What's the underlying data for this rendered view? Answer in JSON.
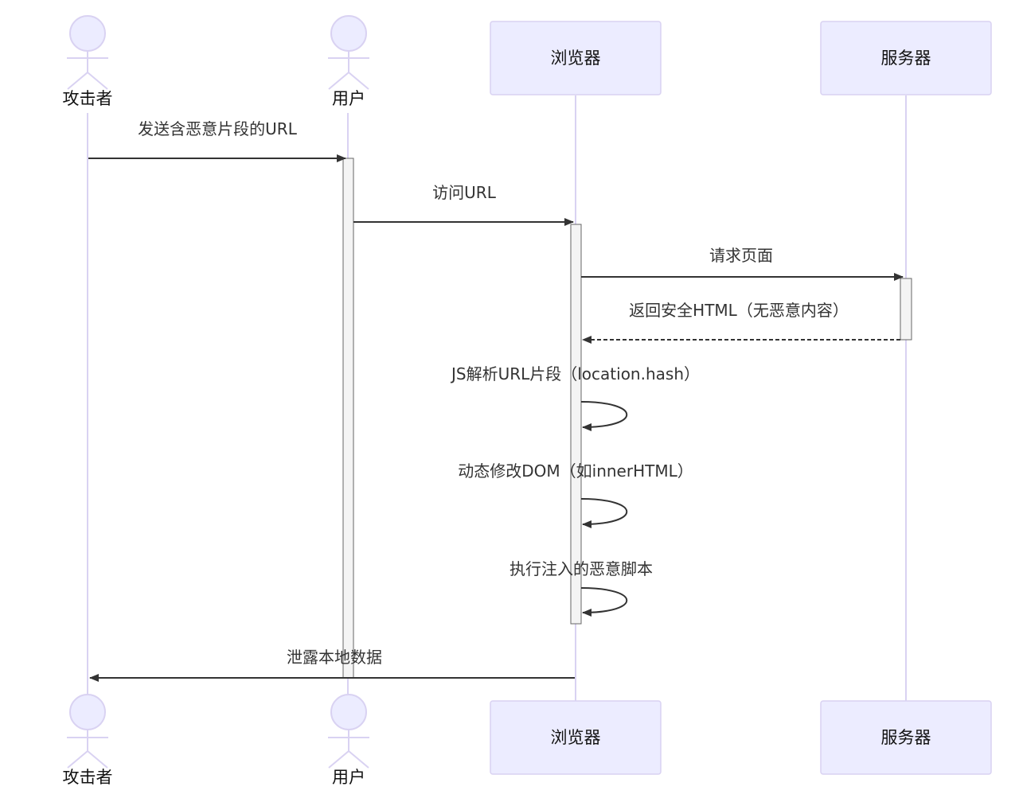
{
  "diagram": {
    "type": "sequence",
    "colors": {
      "actor_fill": "#ECECFF",
      "actor_stroke": "#D9D2F2",
      "lifeline": "#D9D2F2",
      "message": "#333333",
      "activation_fill": "#F4F4F4",
      "activation_stroke": "#666666"
    },
    "participants": [
      {
        "id": "attacker",
        "label": "攻击者",
        "kind": "actor"
      },
      {
        "id": "user",
        "label": "用户",
        "kind": "actor"
      },
      {
        "id": "browser",
        "label": "浏览器",
        "kind": "box"
      },
      {
        "id": "server",
        "label": "服务器",
        "kind": "box"
      }
    ],
    "messages": [
      {
        "from": "attacker",
        "to": "user",
        "label": "发送含恶意片段的URL",
        "style": "solid"
      },
      {
        "from": "user",
        "to": "browser",
        "label": "访问URL",
        "style": "solid"
      },
      {
        "from": "browser",
        "to": "server",
        "label": "请求页面",
        "style": "solid"
      },
      {
        "from": "server",
        "to": "browser",
        "label": "返回安全HTML（无恶意内容）",
        "style": "dashed"
      },
      {
        "from": "browser",
        "to": "browser",
        "label": "JS解析URL片段（location.hash）",
        "style": "self"
      },
      {
        "from": "browser",
        "to": "browser",
        "label": "动态修改DOM（如innerHTML）",
        "style": "self"
      },
      {
        "from": "browser",
        "to": "browser",
        "label": "执行注入的恶意脚本",
        "style": "self"
      },
      {
        "from": "browser",
        "to": "attacker",
        "label": "泄露本地数据",
        "style": "solid"
      }
    ]
  }
}
